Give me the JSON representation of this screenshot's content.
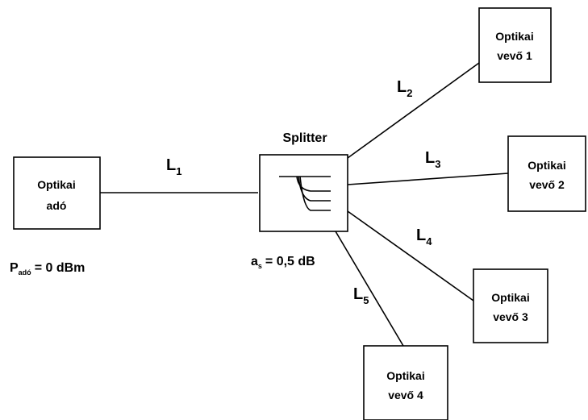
{
  "transmitter": {
    "line1": "Optikai",
    "line2": "adó",
    "power_main": "P",
    "power_sub": "adó",
    "power_value": "= 0 dBm"
  },
  "splitter": {
    "title": "Splitter",
    "loss_main": "a",
    "loss_sub": "s",
    "loss_value": "= 0,5 dB"
  },
  "links": [
    {
      "main": "L",
      "sub": "1"
    },
    {
      "main": "L",
      "sub": "2"
    },
    {
      "main": "L",
      "sub": "3"
    },
    {
      "main": "L",
      "sub": "4"
    },
    {
      "main": "L",
      "sub": "5"
    }
  ],
  "receivers": [
    {
      "line1": "Optikai",
      "line2": "vevő 1"
    },
    {
      "line1": "Optikai",
      "line2": "vevő 2"
    },
    {
      "line1": "Optikai",
      "line2": "vevő 3"
    },
    {
      "line1": "Optikai",
      "line2": "vevő 4"
    }
  ],
  "icons": {
    "splitter": "splitter-symbol-icon"
  }
}
